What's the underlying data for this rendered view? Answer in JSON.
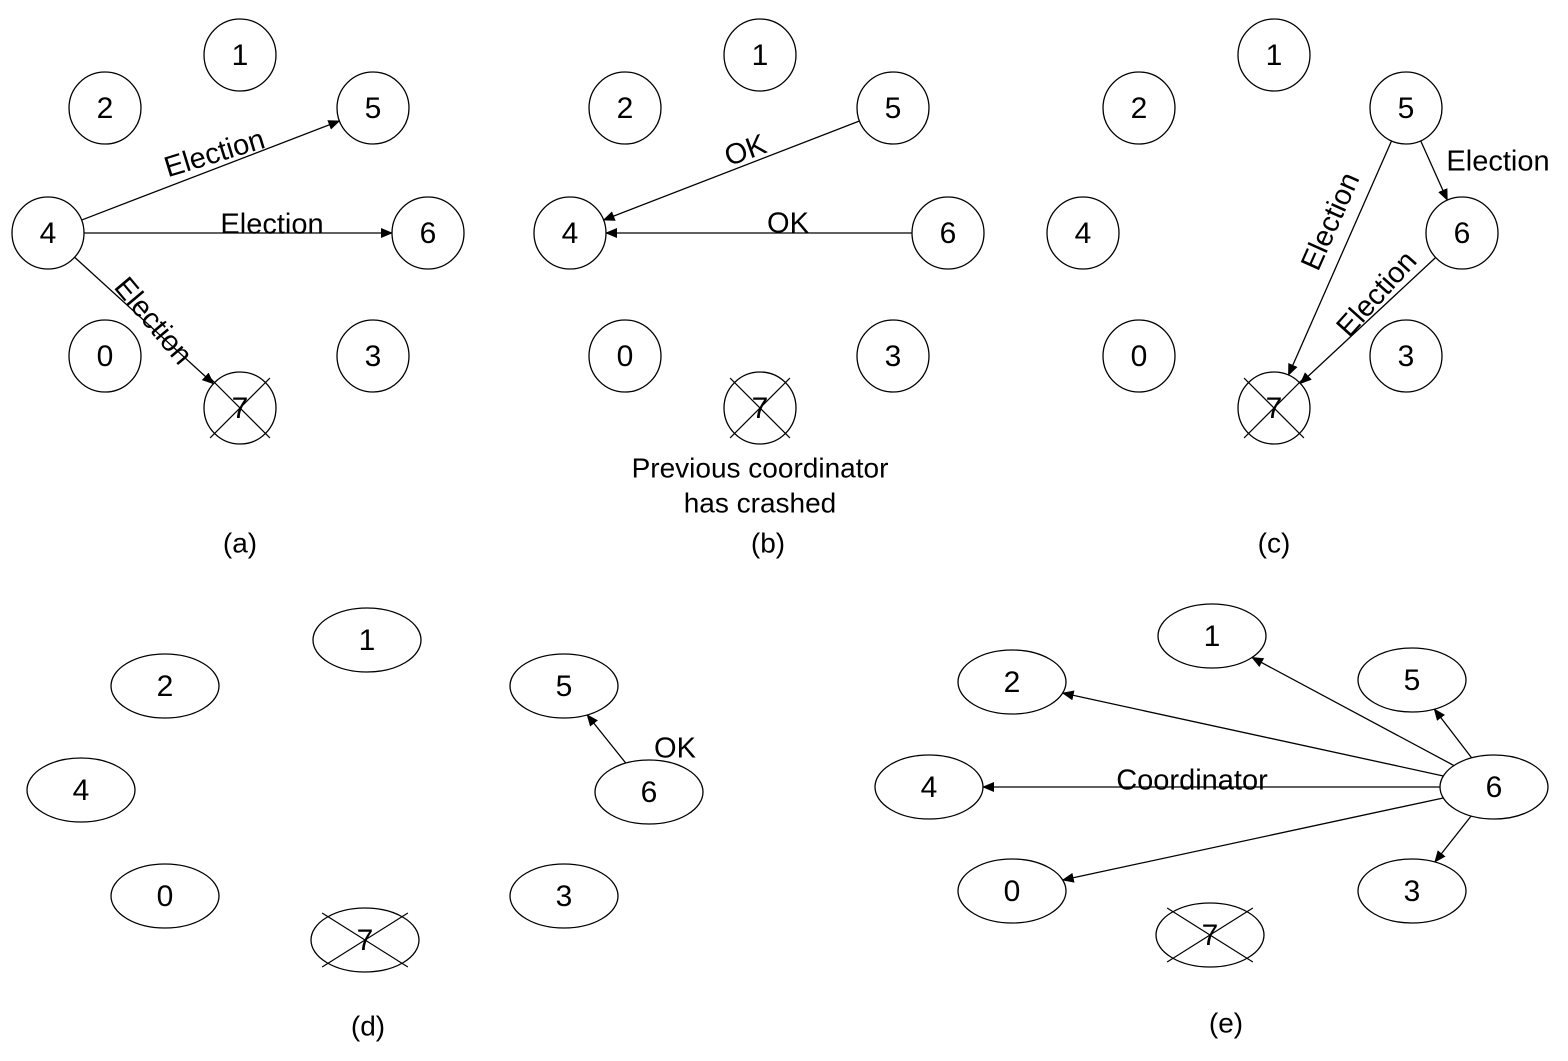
{
  "panels": [
    {
      "id": "a",
      "caption": "(a)",
      "nodes": [
        "1",
        "2",
        "5",
        "4",
        "6",
        "0",
        "3",
        "7"
      ],
      "crashed": [
        "7"
      ],
      "edges": [
        {
          "from": "4",
          "to": "5",
          "label": "Election"
        },
        {
          "from": "4",
          "to": "6",
          "label": "Election"
        },
        {
          "from": "4",
          "to": "7",
          "label": "Election"
        }
      ]
    },
    {
      "id": "b",
      "caption": "(b)",
      "nodes": [
        "1",
        "2",
        "5",
        "4",
        "6",
        "0",
        "3",
        "7"
      ],
      "crashed": [
        "7"
      ],
      "note": [
        "Previous coordinator",
        "has crashed"
      ],
      "edges": [
        {
          "from": "5",
          "to": "4",
          "label": "OK"
        },
        {
          "from": "6",
          "to": "4",
          "label": "OK"
        }
      ]
    },
    {
      "id": "c",
      "caption": "(c)",
      "nodes": [
        "1",
        "2",
        "5",
        "4",
        "6",
        "0",
        "3",
        "7"
      ],
      "crashed": [
        "7"
      ],
      "edges": [
        {
          "from": "5",
          "to": "6",
          "label": "Election"
        },
        {
          "from": "5",
          "to": "7",
          "label": "Election"
        },
        {
          "from": "6",
          "to": "7",
          "label": "Election"
        }
      ]
    },
    {
      "id": "d",
      "caption": "(d)",
      "nodes": [
        "1",
        "2",
        "5",
        "4",
        "6",
        "0",
        "3",
        "7"
      ],
      "crashed": [
        "7"
      ],
      "edges": [
        {
          "from": "6",
          "to": "5",
          "label": "OK"
        }
      ]
    },
    {
      "id": "e",
      "caption": "(e)",
      "nodes": [
        "1",
        "2",
        "5",
        "4",
        "6",
        "0",
        "3",
        "7"
      ],
      "crashed": [
        "7"
      ],
      "edges": [
        {
          "from": "6",
          "to": "1",
          "label": ""
        },
        {
          "from": "6",
          "to": "2",
          "label": ""
        },
        {
          "from": "6",
          "to": "5",
          "label": ""
        },
        {
          "from": "6",
          "to": "4",
          "label": "Coordinator"
        },
        {
          "from": "6",
          "to": "0",
          "label": ""
        },
        {
          "from": "6",
          "to": "3",
          "label": ""
        }
      ]
    }
  ]
}
